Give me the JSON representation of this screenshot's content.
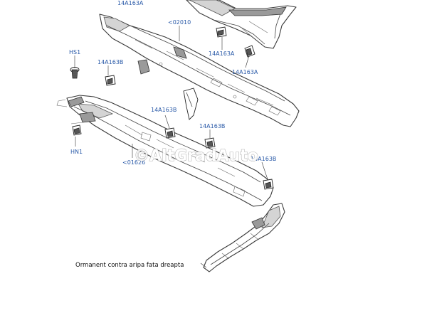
{
  "callouts": {
    "top_14a163a": "14A163A",
    "upper_beam": "<02010",
    "hs1": "HS1",
    "left_14a163b": "14A163B",
    "mid_14a163a_1": "14A163A",
    "mid_14a163a_2": "14A163A",
    "center_14a163b": "14A163B",
    "right_14a163b": "14A163B",
    "hn1": "HN1",
    "lower_beam": "<01626",
    "lower_right_14a163b": "14A163B"
  },
  "caption": "Ormanent contra aripa fata dreapta",
  "watermark": "©AltGradAuto"
}
